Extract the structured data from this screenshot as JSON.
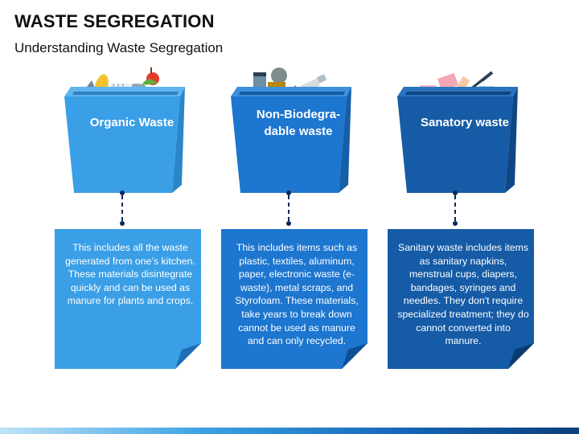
{
  "header": {
    "title": "WASTE SEGREGATION",
    "subtitle": "Understanding Waste Segregation"
  },
  "columns": [
    {
      "label": "Organic Waste",
      "description": "This includes all the waste generated from one’s kitchen. These materials disintegrate quickly and can be used as manure for plants and crops.",
      "bin_color": "#3a9fe6",
      "bin_dark": "#2b86c9",
      "card_color": "#3a9fe6",
      "icon": "organic-bin-icon"
    },
    {
      "label": "Non-Biodegra-dable waste",
      "description": "This includes items such as plastic, textiles, aluminum, paper, electronic waste (e-waste), metal scraps, and Styrofoam. These materials, take years to break down cannot be used as manure and can only recycled.",
      "bin_color": "#1d76cf",
      "bin_dark": "#165fa8",
      "card_color": "#1d76cf",
      "icon": "recycle-bin-icon"
    },
    {
      "label": "Sanatory waste",
      "description": "Sanitary waste includes items as sanitary napkins, menstrual cups, diapers, bandages, syringes and needles. They don't require specialized treatment; they do cannot converted into manure.",
      "bin_color": "#155ba6",
      "bin_dark": "#0f4785",
      "card_color": "#155ba6",
      "icon": "medical-bin-icon"
    }
  ]
}
